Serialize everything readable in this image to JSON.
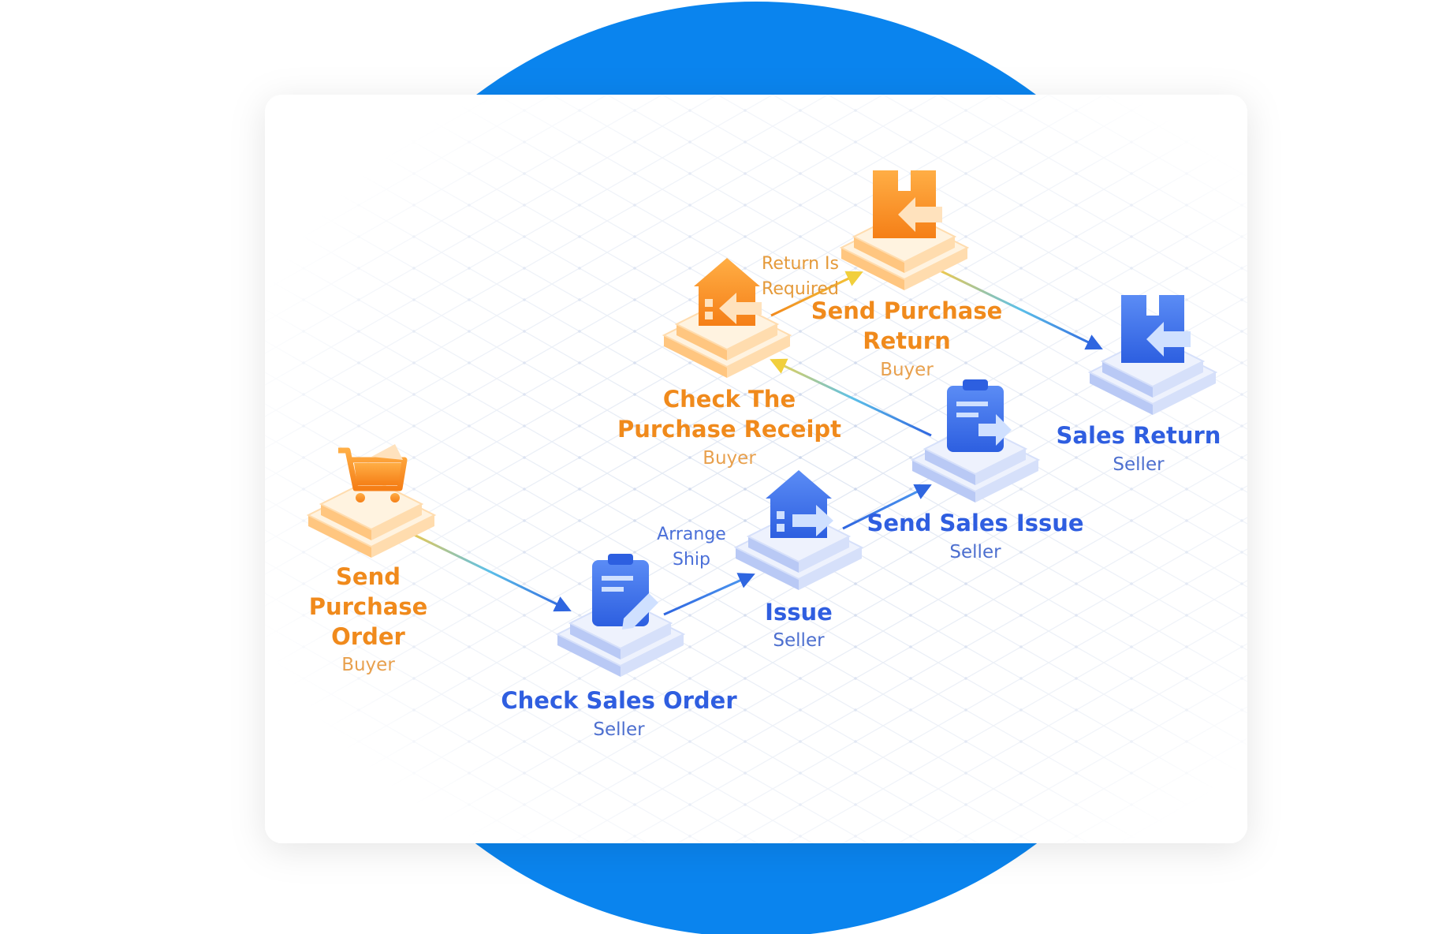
{
  "colors": {
    "backdrop_circle": "#0a84ee",
    "buyer": "#f08a1c",
    "seller": "#2f5ee0",
    "edge_label_orange": "#e59a3a",
    "edge_label_blue": "#4a6fd8"
  },
  "nodes": [
    {
      "id": "send-purchase-order",
      "title_lines": [
        "Send",
        "Purchase",
        "Order"
      ],
      "role": "Buyer",
      "icon": "cart-icon"
    },
    {
      "id": "check-sales-order",
      "title_lines": [
        "Check Sales Order"
      ],
      "role": "Seller",
      "icon": "clipboard-edit-icon"
    },
    {
      "id": "issue",
      "title_lines": [
        "Issue"
      ],
      "role": "Seller",
      "icon": "warehouse-out-icon"
    },
    {
      "id": "send-sales-issue",
      "title_lines": [
        "Send Sales Issue"
      ],
      "role": "Seller",
      "icon": "clipboard-send-icon"
    },
    {
      "id": "check-purchase-receipt",
      "title_lines": [
        "Check The",
        "Purchase Receipt"
      ],
      "role": "Buyer",
      "icon": "warehouse-in-icon"
    },
    {
      "id": "send-purchase-return",
      "title_lines": [
        "Send Purchase",
        "Return"
      ],
      "role": "Buyer",
      "icon": "box-return-icon"
    },
    {
      "id": "sales-return",
      "title_lines": [
        "Sales Return"
      ],
      "role": "Seller",
      "icon": "box-return-icon"
    }
  ],
  "edge_labels": {
    "arrange_ship": [
      "Arrange",
      "Ship"
    ],
    "return_required": [
      "Return Is",
      "Required"
    ]
  }
}
